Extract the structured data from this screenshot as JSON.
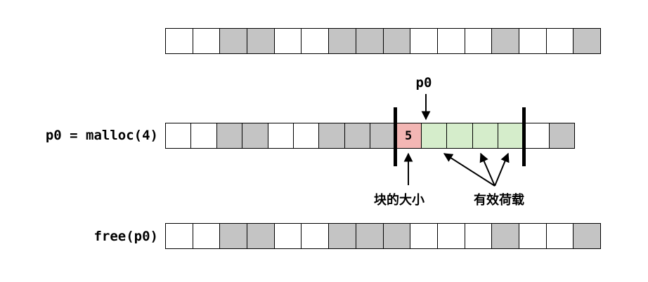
{
  "diagram": {
    "malloc_call": "p0 = malloc(4)",
    "free_call": "free(p0)",
    "pointer_label": "p0",
    "header_value": "5",
    "size_annotation": "块的大小",
    "payload_annotation": "有效荷载"
  },
  "colors": {
    "free": "#ffffff",
    "allocated": "#c4c4c4",
    "header": "#f3b6b4",
    "payload": "#d5edcb",
    "border": "#000000"
  },
  "rows": {
    "initial": {
      "cells": [
        "free",
        "free",
        "alloc",
        "alloc",
        "free",
        "free",
        "alloc",
        "alloc",
        "alloc",
        "free",
        "free",
        "free",
        "alloc",
        "free",
        "free",
        "alloc"
      ]
    },
    "after_malloc": {
      "cells": [
        "free",
        "free",
        "alloc",
        "alloc",
        "free",
        "free",
        "alloc",
        "alloc",
        "alloc",
        "header",
        "payload",
        "payload",
        "payload",
        "payload",
        "free",
        "alloc"
      ]
    },
    "after_free": {
      "cells": [
        "free",
        "free",
        "alloc",
        "alloc",
        "free",
        "free",
        "alloc",
        "alloc",
        "alloc",
        "free",
        "free",
        "free",
        "alloc",
        "free",
        "free",
        "alloc"
      ]
    }
  }
}
